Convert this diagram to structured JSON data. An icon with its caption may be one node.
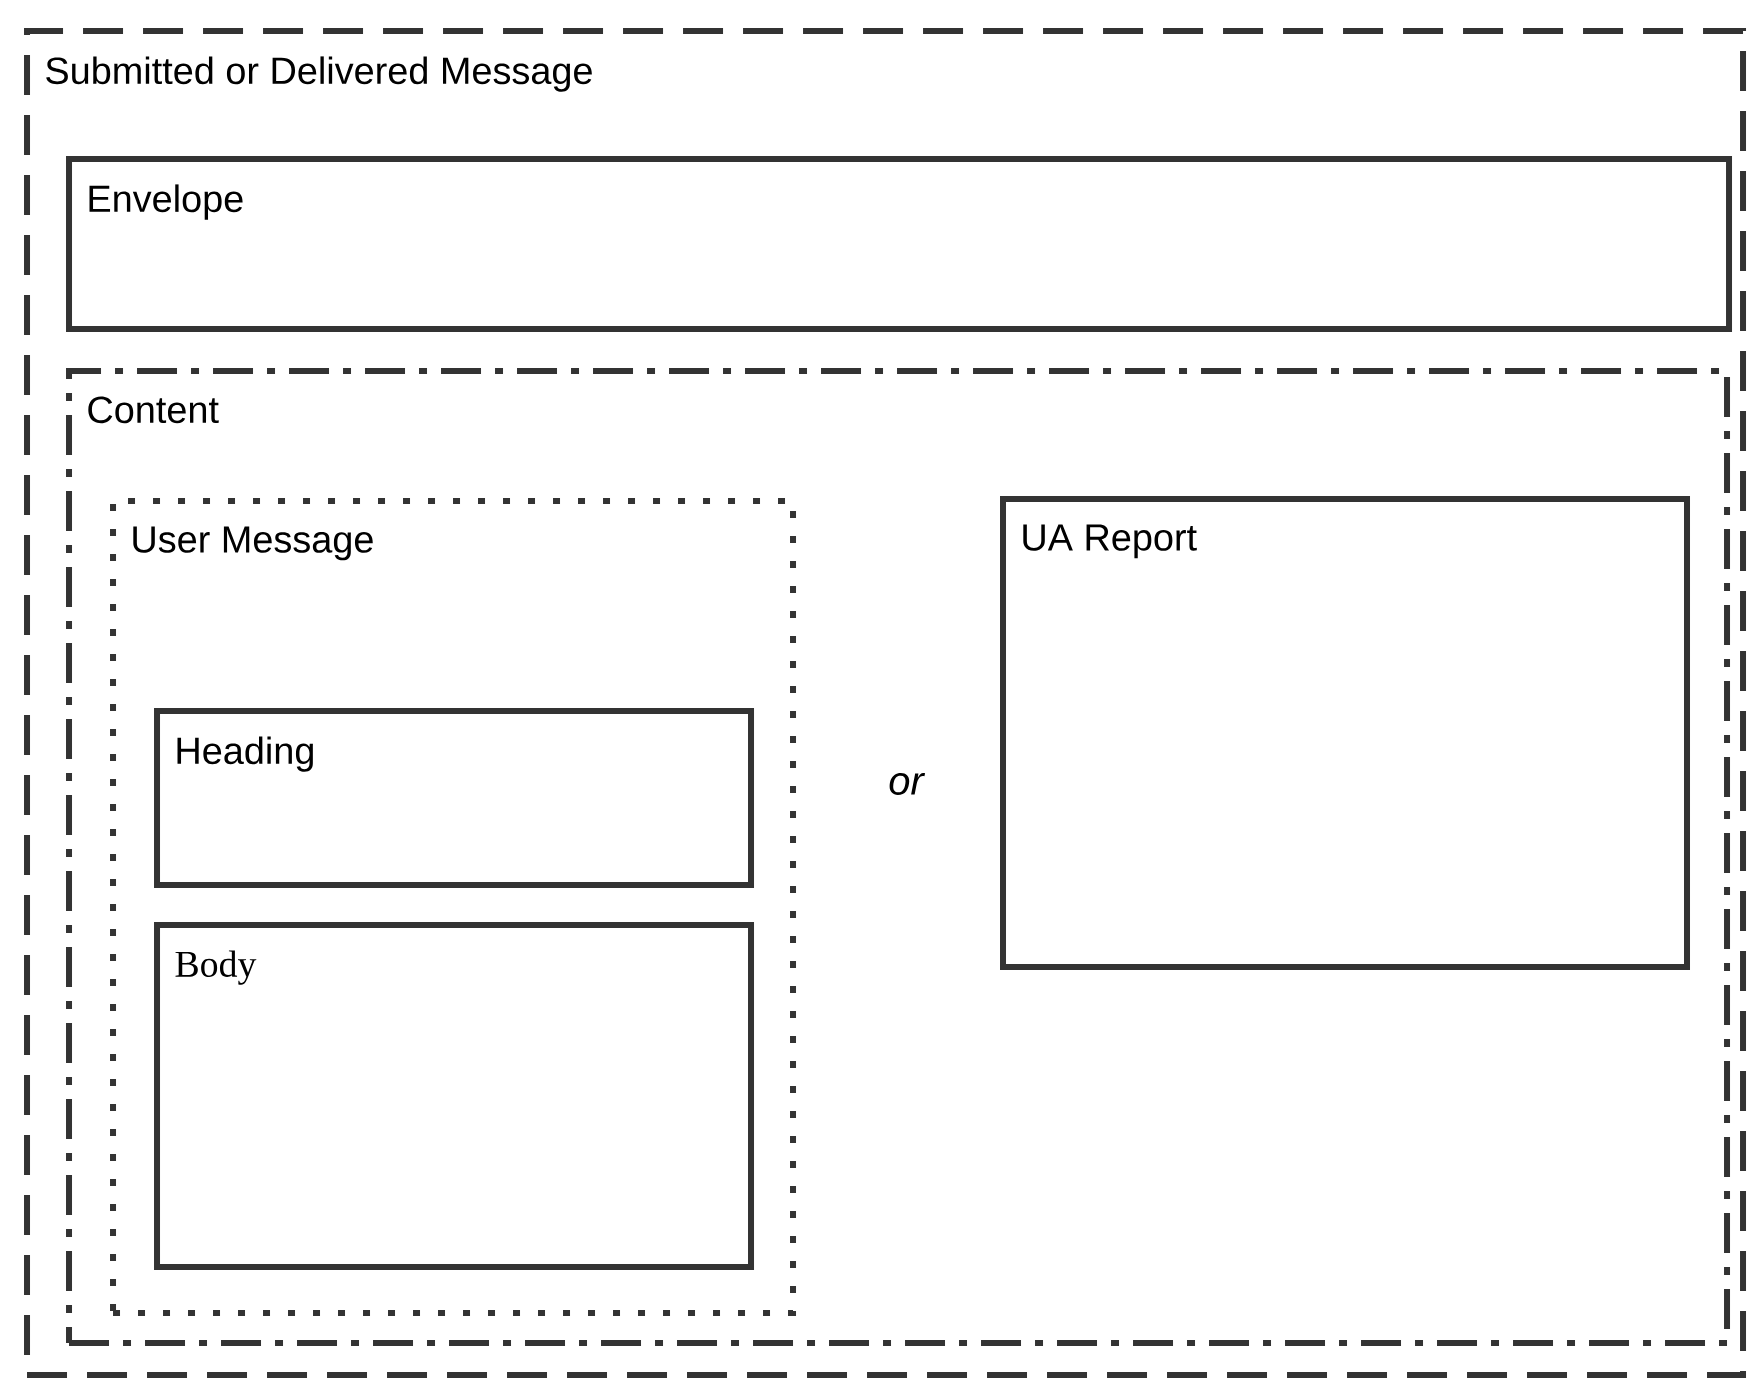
{
  "diagram": {
    "nodes": [
      {
        "text": [
          "Submitted or Delivered Message"
        ]
      },
      {
        "text": [
          "Envelope"
        ],
        "in": 0
      },
      {
        "text": [
          "Content"
        ],
        "in": 0
      },
      {
        "text": [
          "User Message"
        ],
        "in": 2
      },
      {
        "text": [
          "Heading"
        ],
        "in": 3
      },
      {
        "text": [
          "Body"
        ],
        "in": 3
      },
      {
        "text": [
          "UA Report"
        ],
        "in": 2
      }
    ],
    "labels": [
      "or"
    ]
  }
}
